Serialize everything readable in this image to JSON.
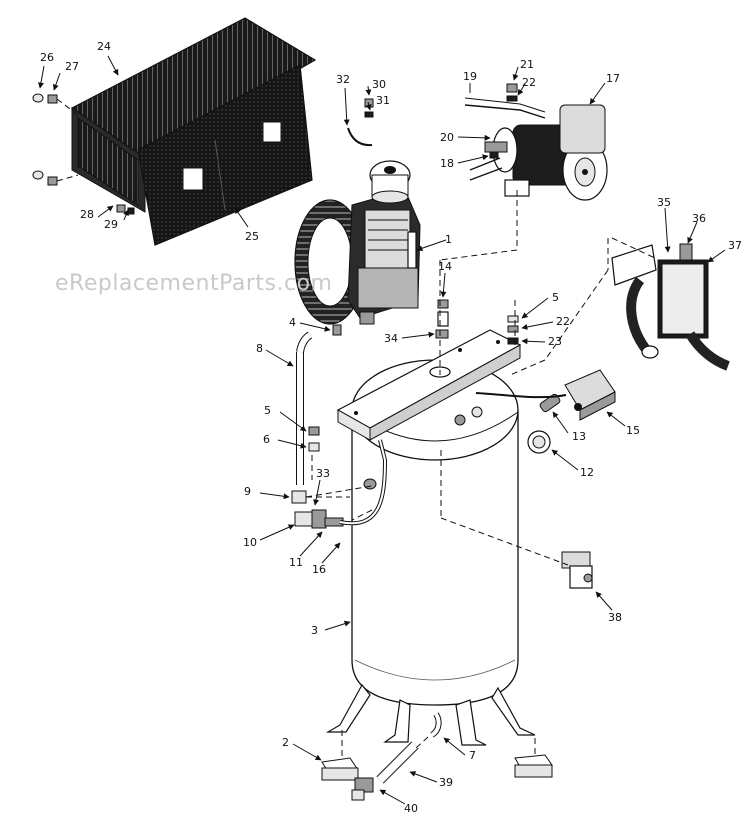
{
  "watermark": "eReplacementParts.com",
  "callouts": [
    {
      "id": "26",
      "text": "26"
    },
    {
      "id": "27",
      "text": "27"
    },
    {
      "id": "24",
      "text": "24"
    },
    {
      "id": "28",
      "text": "28"
    },
    {
      "id": "29",
      "text": "29"
    },
    {
      "id": "25",
      "text": "25"
    },
    {
      "id": "32",
      "text": "32"
    },
    {
      "id": "30",
      "text": "30"
    },
    {
      "id": "31",
      "text": "31"
    },
    {
      "id": "19",
      "text": "19"
    },
    {
      "id": "21",
      "text": "21"
    },
    {
      "id": "22a",
      "text": "22"
    },
    {
      "id": "17",
      "text": "17"
    },
    {
      "id": "20",
      "text": "20"
    },
    {
      "id": "18",
      "text": "18"
    },
    {
      "id": "35",
      "text": "35"
    },
    {
      "id": "36",
      "text": "36"
    },
    {
      "id": "37",
      "text": "37"
    },
    {
      "id": "1",
      "text": "1"
    },
    {
      "id": "14",
      "text": "14"
    },
    {
      "id": "4",
      "text": "4"
    },
    {
      "id": "34",
      "text": "34"
    },
    {
      "id": "5a",
      "text": "5"
    },
    {
      "id": "22b",
      "text": "22"
    },
    {
      "id": "23",
      "text": "23"
    },
    {
      "id": "8",
      "text": "8"
    },
    {
      "id": "5b",
      "text": "5"
    },
    {
      "id": "6",
      "text": "6"
    },
    {
      "id": "13",
      "text": "13"
    },
    {
      "id": "15",
      "text": "15"
    },
    {
      "id": "12",
      "text": "12"
    },
    {
      "id": "9",
      "text": "9"
    },
    {
      "id": "33",
      "text": "33"
    },
    {
      "id": "10",
      "text": "10"
    },
    {
      "id": "11",
      "text": "11"
    },
    {
      "id": "16",
      "text": "16"
    },
    {
      "id": "38",
      "text": "38"
    },
    {
      "id": "3",
      "text": "3"
    },
    {
      "id": "2",
      "text": "2"
    },
    {
      "id": "7",
      "text": "7"
    },
    {
      "id": "39",
      "text": "39"
    },
    {
      "id": "40",
      "text": "40"
    }
  ]
}
